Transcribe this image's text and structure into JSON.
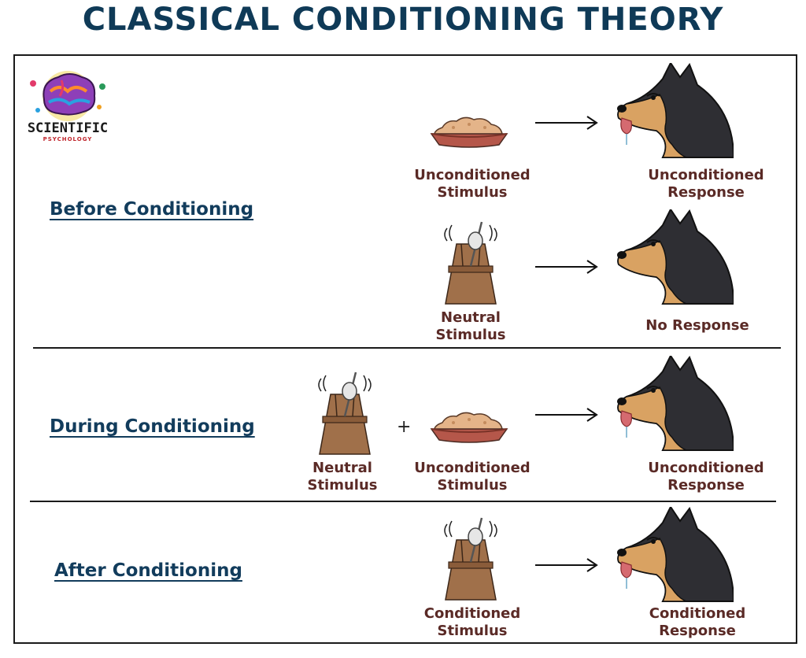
{
  "title": "CLASSICAL CONDITIONING THEORY",
  "logo": {
    "brand": "SCIENTIFIC",
    "sub": "PSYCHOLOGY"
  },
  "stages": {
    "before": {
      "heading": "Before Conditioning",
      "row1": {
        "stimulus_l1": "Unconditioned",
        "stimulus_l2": "Stimulus",
        "response_l1": "Unconditioned",
        "response_l2": "Response"
      },
      "row2": {
        "stimulus_l1": "Neutral",
        "stimulus_l2": "Stimulus",
        "response_l1": "No Response"
      }
    },
    "during": {
      "heading": "During Conditioning",
      "neutral_l1": "Neutral",
      "neutral_l2": "Stimulus",
      "plus": "+",
      "stimulus_l1": "Unconditioned",
      "stimulus_l2": "Stimulus",
      "response_l1": "Unconditioned",
      "response_l2": "Response"
    },
    "after": {
      "heading": "After Conditioning",
      "stimulus_l1": "Conditioned",
      "stimulus_l2": "Stimulus",
      "response_l1": "Conditioned",
      "response_l2": "Response"
    }
  },
  "colors": {
    "title": "#0f3a57",
    "stage_heading": "#123c5c",
    "label": "#5a2a26",
    "bowl": "#b5574a",
    "metronome": "#a0704a",
    "dog_dark": "#2e2e33",
    "dog_tan": "#d9a262"
  }
}
